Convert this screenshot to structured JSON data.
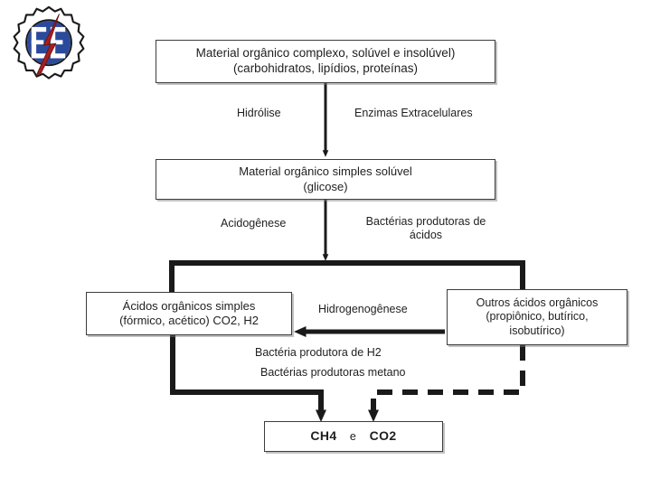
{
  "slide": {
    "background_color": "#ffffff",
    "logo": {
      "name": "university-engineering-logo",
      "description": "gear-outline with blue circle, white EE monogram and red lightning bolt",
      "gear_color": "#ffffff",
      "gear_outline_color": "#1a1a1a",
      "circle_color": "#2b4a9b",
      "monogram": "EE",
      "monogram_color": "#ffffff",
      "bolt_color": "#a81f1f"
    }
  },
  "diagram": {
    "title_box": {
      "line1": "Material orgânico complexo, solúvel e insolúvel)",
      "line2": "(carbohidratos, lipídios, proteínas)"
    },
    "simple_box": {
      "line1": "Material orgânico simples solúvel",
      "line2": "(glicose)"
    },
    "acids_left_box": {
      "line1": "Ácidos orgânicos simples",
      "line2": "(fórmico, acético) CO2, H2"
    },
    "acids_right_box": {
      "line1": "Outros ácidos orgânicos",
      "line2": "(propiônico, butírico,",
      "line3": "isobutírico)"
    },
    "products_box": {
      "left": "CH4",
      "conjunction": "e",
      "right": "CO2"
    },
    "labels": {
      "hidrolise": "Hidrólise",
      "enzimas_extracelulares": "Enzimas Extracelulares",
      "acidogenese": "Acidogênese",
      "bacterias_produtoras_acidos_l1": "Bactérias produtoras de",
      "bacterias_produtoras_acidos_l2": "ácidos",
      "hidrogenogenese": "Hidrogenogênese",
      "bacteria_produtora_h2": "Bactéria produtora de H2",
      "bacterias_produtoras_metano": "Bactérias produtoras metano"
    },
    "connector_colors": {
      "stroke": "#1a1a1a"
    }
  }
}
